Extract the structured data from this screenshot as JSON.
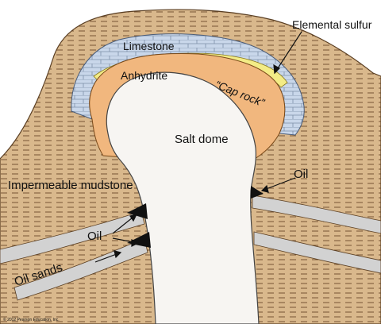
{
  "diagram": {
    "labels": {
      "limestone": "Limestone",
      "elemental_sulfur": "Elemental sulfur",
      "anhydrite": "Anhydrite",
      "cap_rock": "“Cap rock”",
      "salt_dome": "Salt dome",
      "oil_right": "Oil",
      "impermeable_mudstone": "Impermeable mudstone",
      "oil_left": "Oil",
      "oil_sands": "Oil sands",
      "copyright": "© 2012 Pearson Education, Inc."
    },
    "colors": {
      "mudstone": "#d9b88c",
      "salt": "#f7f5f2",
      "anhydrite": "#f1b77e",
      "limestone": "#c9d7ea",
      "sulfur": "#f3ec86",
      "oil": "#111111",
      "oil_sand": "#d2d2d2"
    }
  }
}
